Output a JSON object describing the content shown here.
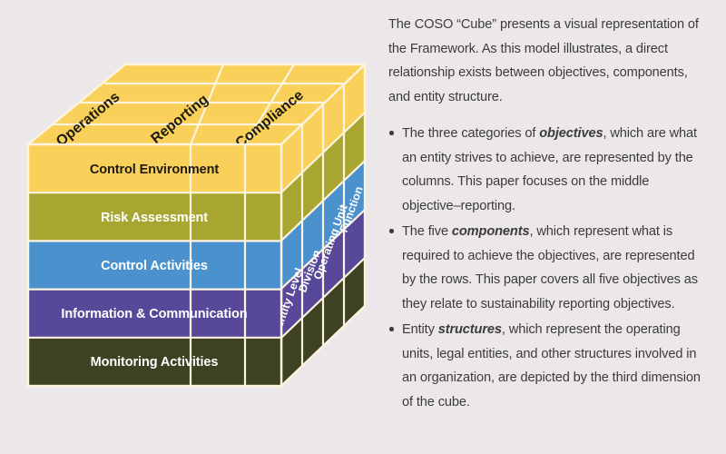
{
  "background_color": "#ece8e9",
  "diagram": {
    "name": "COSO Cube",
    "objectives": [
      {
        "label": "Operations"
      },
      {
        "label": "Reporting"
      },
      {
        "label": "Compliance"
      }
    ],
    "components": [
      {
        "label": "Control Environment",
        "color": "#f9d05a",
        "text_color": "#1d1a10"
      },
      {
        "label": "Risk Assessment",
        "color": "#a8a631",
        "text_color": "#ffffff"
      },
      {
        "label": "Control Activities",
        "color": "#4a91ce",
        "text_color": "#ffffff"
      },
      {
        "label": "Information & Communication",
        "color": "#58489a",
        "text_color": "#ffffff"
      },
      {
        "label": "Monitoring Activities",
        "color": "#3d4222",
        "text_color": "#ffffff"
      }
    ],
    "structures": [
      {
        "label": "Entity Level"
      },
      {
        "label": "Division"
      },
      {
        "label": "Operating Unit"
      },
      {
        "label": "Function"
      }
    ]
  },
  "text_panel": {
    "intro": "The COSO “Cube” presents a visual representation of the Framework. As this model illustrates, a direct relationship exists between objectives, components, and entity structure.",
    "bullets": [
      {
        "part1": "The three categories of ",
        "emphasis": "objectives",
        "part2": ", which are what an entity strives to achieve, are represented by the columns. This paper focuses on the middle objective–reporting."
      },
      {
        "part1": "The five ",
        "emphasis": "components",
        "part2": ", which represent what is required to achieve the objectives, are represented by the rows. This paper covers all five objectives as they relate to sustainability reporting objectives."
      },
      {
        "part1": "Entity ",
        "emphasis": "structures",
        "part2": ", which represent the operating units, legal entities, and other structures involved in an organization, are depicted by the third dimension of the cube."
      }
    ]
  }
}
